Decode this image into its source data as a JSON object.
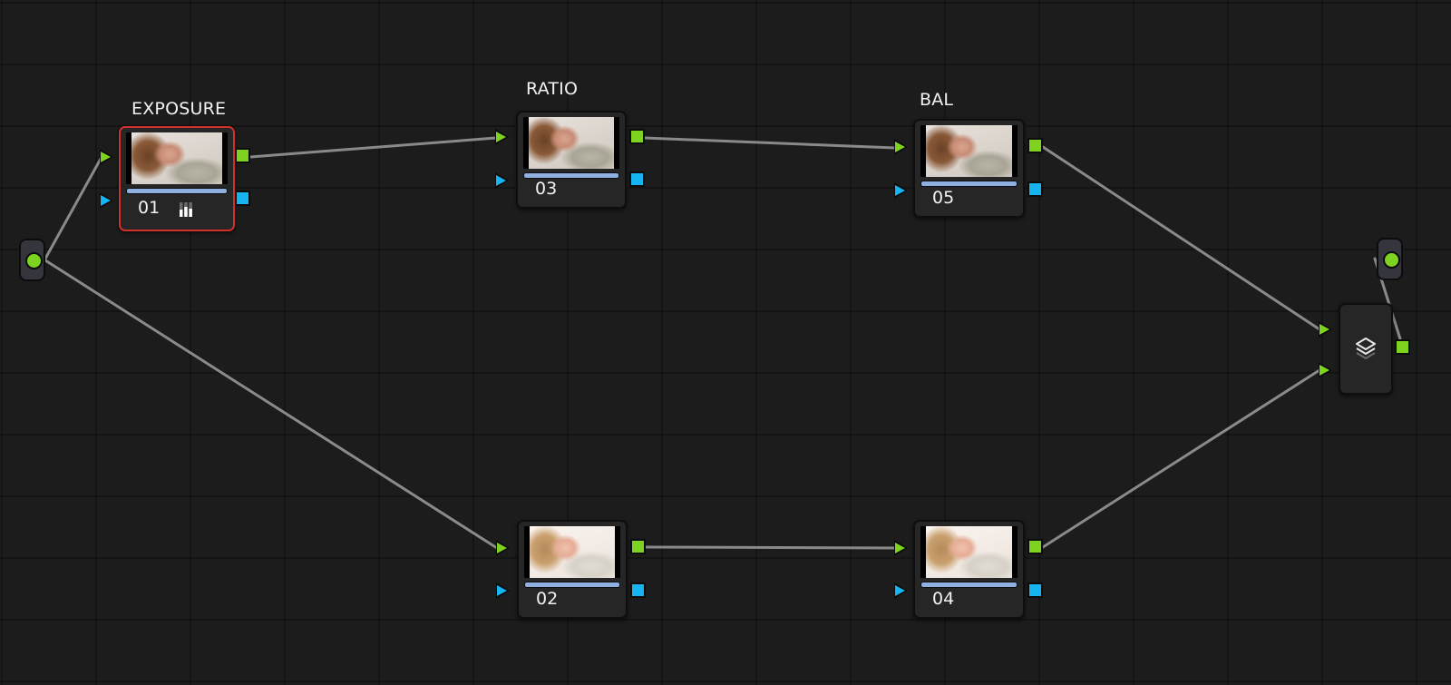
{
  "app": {
    "view": "Color Page Node Editor"
  },
  "colors": {
    "background": "#1c1c1c",
    "node_body": "#262627",
    "selected_border": "#d2302b",
    "rgb_port": "#7ed321",
    "key_port": "#17b4f2",
    "progress_bar": "#8fb0e0",
    "wire": "#8a8a8a"
  },
  "source_node": {
    "name": "source-input",
    "icon": "green-circle-dot"
  },
  "output_node": {
    "name": "final-output",
    "icon": "green-circle-dot"
  },
  "nodes": [
    {
      "id": "01",
      "label": "EXPOSURE",
      "number": "01",
      "selected": true,
      "has_qualifier_icon": true,
      "qualifier_icon": "bar-chart-icon"
    },
    {
      "id": "03",
      "label": "RATIO",
      "number": "03",
      "selected": false
    },
    {
      "id": "05",
      "label": "BAL",
      "number": "05",
      "selected": false
    },
    {
      "id": "02",
      "label": "",
      "number": "02",
      "selected": false
    },
    {
      "id": "04",
      "label": "",
      "number": "04",
      "selected": false
    }
  ],
  "mixer": {
    "type": "Layer Mixer",
    "icon": "layers-icon",
    "inputs": 2
  },
  "connections": [
    {
      "from": "source",
      "to": "01"
    },
    {
      "from": "source",
      "to": "02"
    },
    {
      "from": "01",
      "to": "03"
    },
    {
      "from": "03",
      "to": "05"
    },
    {
      "from": "02",
      "to": "04"
    },
    {
      "from": "05",
      "to": "mixer.input1"
    },
    {
      "from": "04",
      "to": "mixer.input2"
    },
    {
      "from": "mixer",
      "to": "output"
    }
  ]
}
